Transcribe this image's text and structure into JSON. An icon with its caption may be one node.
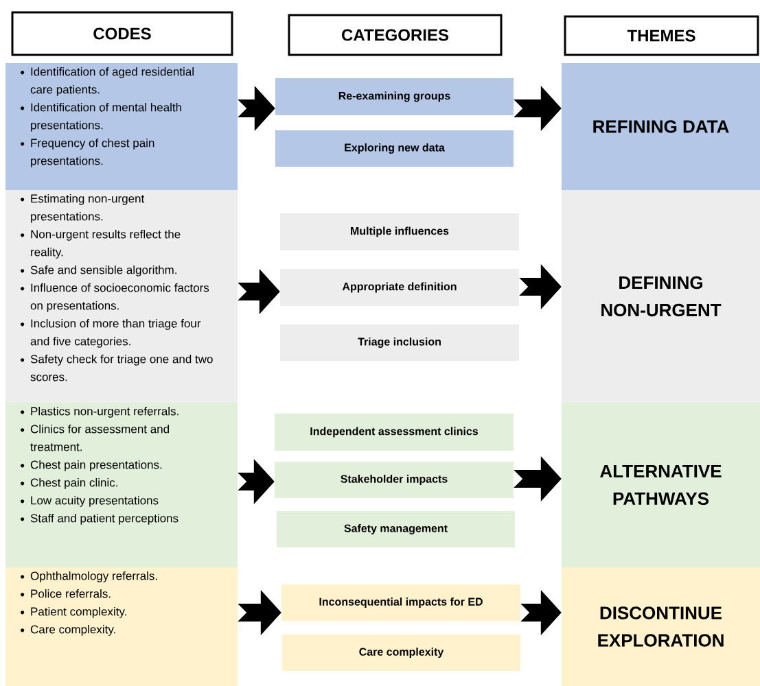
{
  "diagram": {
    "nodes": [
      {
        "text": [
          "CODES"
        ]
      },
      {
        "text": [
          "CATEGORIES"
        ]
      },
      {
        "text": [
          "THEMES"
        ]
      },
      {
        "text": [
          "Identification of aged residential care patients.",
          "Identification of mental health presentations.",
          "Frequency of chest pain presentations."
        ]
      },
      {
        "text": [
          "Re-examining groups"
        ]
      },
      {
        "text": [
          "Exploring new data"
        ]
      },
      {
        "text": [
          "REFINING DATA"
        ]
      },
      {
        "text": [
          "Estimating non-urgent presentations.",
          "Non-urgent results reflect the reality.",
          "Safe and sensible algorithm.",
          "Influence of socioeconomic factors on presentations.",
          "Inclusion of more than triage four and five categories.",
          "Safety check for triage one and two scores."
        ]
      },
      {
        "text": [
          "Multiple influences"
        ]
      },
      {
        "text": [
          "Appropriate definition"
        ]
      },
      {
        "text": [
          "Triage inclusion"
        ]
      },
      {
        "text": [
          "DEFINING NON-URGENT"
        ]
      },
      {
        "text": [
          "Plastics non-urgent referrals.",
          "Clinics for assessment and treatment.",
          "Chest pain presentations.",
          "Chest pain clinic.",
          "Low acuity presentations",
          "Staff and patient perceptions"
        ]
      },
      {
        "text": [
          "Independent assessment clinics"
        ]
      },
      {
        "text": [
          "Stakeholder impacts"
        ]
      },
      {
        "text": [
          "Safety management"
        ]
      },
      {
        "text": [
          "ALTERNATIVE PATHWAYS"
        ]
      },
      {
        "text": [
          "Ophthalmology referrals.",
          "Police referrals.",
          "Patient complexity.",
          "Care complexity."
        ]
      },
      {
        "text": [
          "Inconsequential impacts for ED"
        ]
      },
      {
        "text": [
          "Care complexity"
        ]
      },
      {
        "text": [
          "DISCONTINUE EXPLORATION"
        ]
      }
    ],
    "edges": [
      {
        "from": 3,
        "to": 4,
        "arrow": "to"
      },
      {
        "from": 4,
        "to": 6,
        "arrow": "to"
      },
      {
        "from": 7,
        "to": 9,
        "arrow": "to"
      },
      {
        "from": 9,
        "to": 11,
        "arrow": "to"
      },
      {
        "from": 12,
        "to": 14,
        "arrow": "to"
      },
      {
        "from": 14,
        "to": 16,
        "arrow": "to"
      },
      {
        "from": 17,
        "to": 18,
        "arrow": "to"
      },
      {
        "from": 18,
        "to": 20,
        "arrow": "to"
      }
    ]
  }
}
